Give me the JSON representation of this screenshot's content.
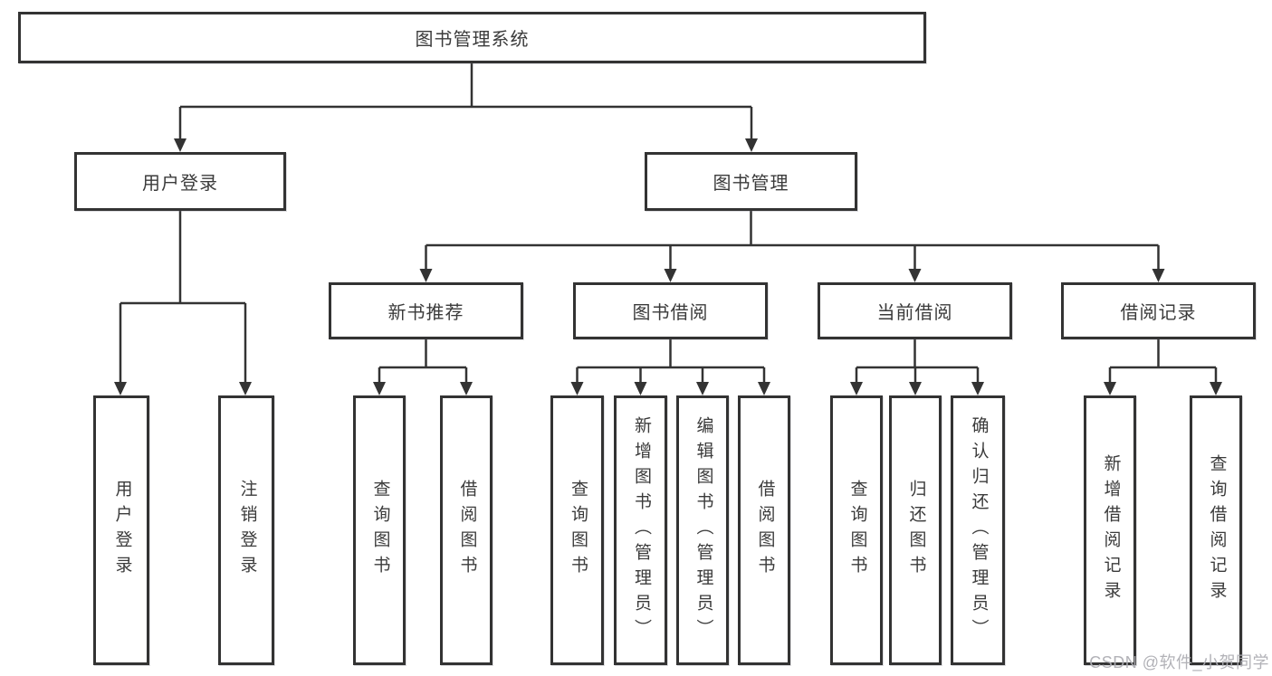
{
  "diagram_type": "hierarchy",
  "root": {
    "label": "图书管理系统"
  },
  "branches": [
    {
      "label": "用户登录",
      "children": [
        {
          "label": "用户登录"
        },
        {
          "label": "注销登录"
        }
      ]
    },
    {
      "label": "图书管理",
      "children": [
        {
          "label": "新书推荐",
          "children": [
            {
              "label": "查询图书"
            },
            {
              "label": "借阅图书"
            }
          ]
        },
        {
          "label": "图书借阅",
          "children": [
            {
              "label": "查询图书"
            },
            {
              "label": "新增图书（管理员）"
            },
            {
              "label": "编辑图书（管理员）"
            },
            {
              "label": "借阅图书"
            }
          ]
        },
        {
          "label": "当前借阅",
          "children": [
            {
              "label": "查询图书"
            },
            {
              "label": "归还图书"
            },
            {
              "label": "确认归还（管理员）"
            }
          ]
        },
        {
          "label": "借阅记录",
          "children": [
            {
              "label": "新增借阅记录"
            },
            {
              "label": "查询借阅记录"
            }
          ]
        }
      ]
    }
  ],
  "watermark": "CSDN @软件_小贺同学",
  "colors": {
    "line": "#333333",
    "text": "#3b3b3b",
    "watermark": "#aeaeb4",
    "background": "#ffffff"
  }
}
